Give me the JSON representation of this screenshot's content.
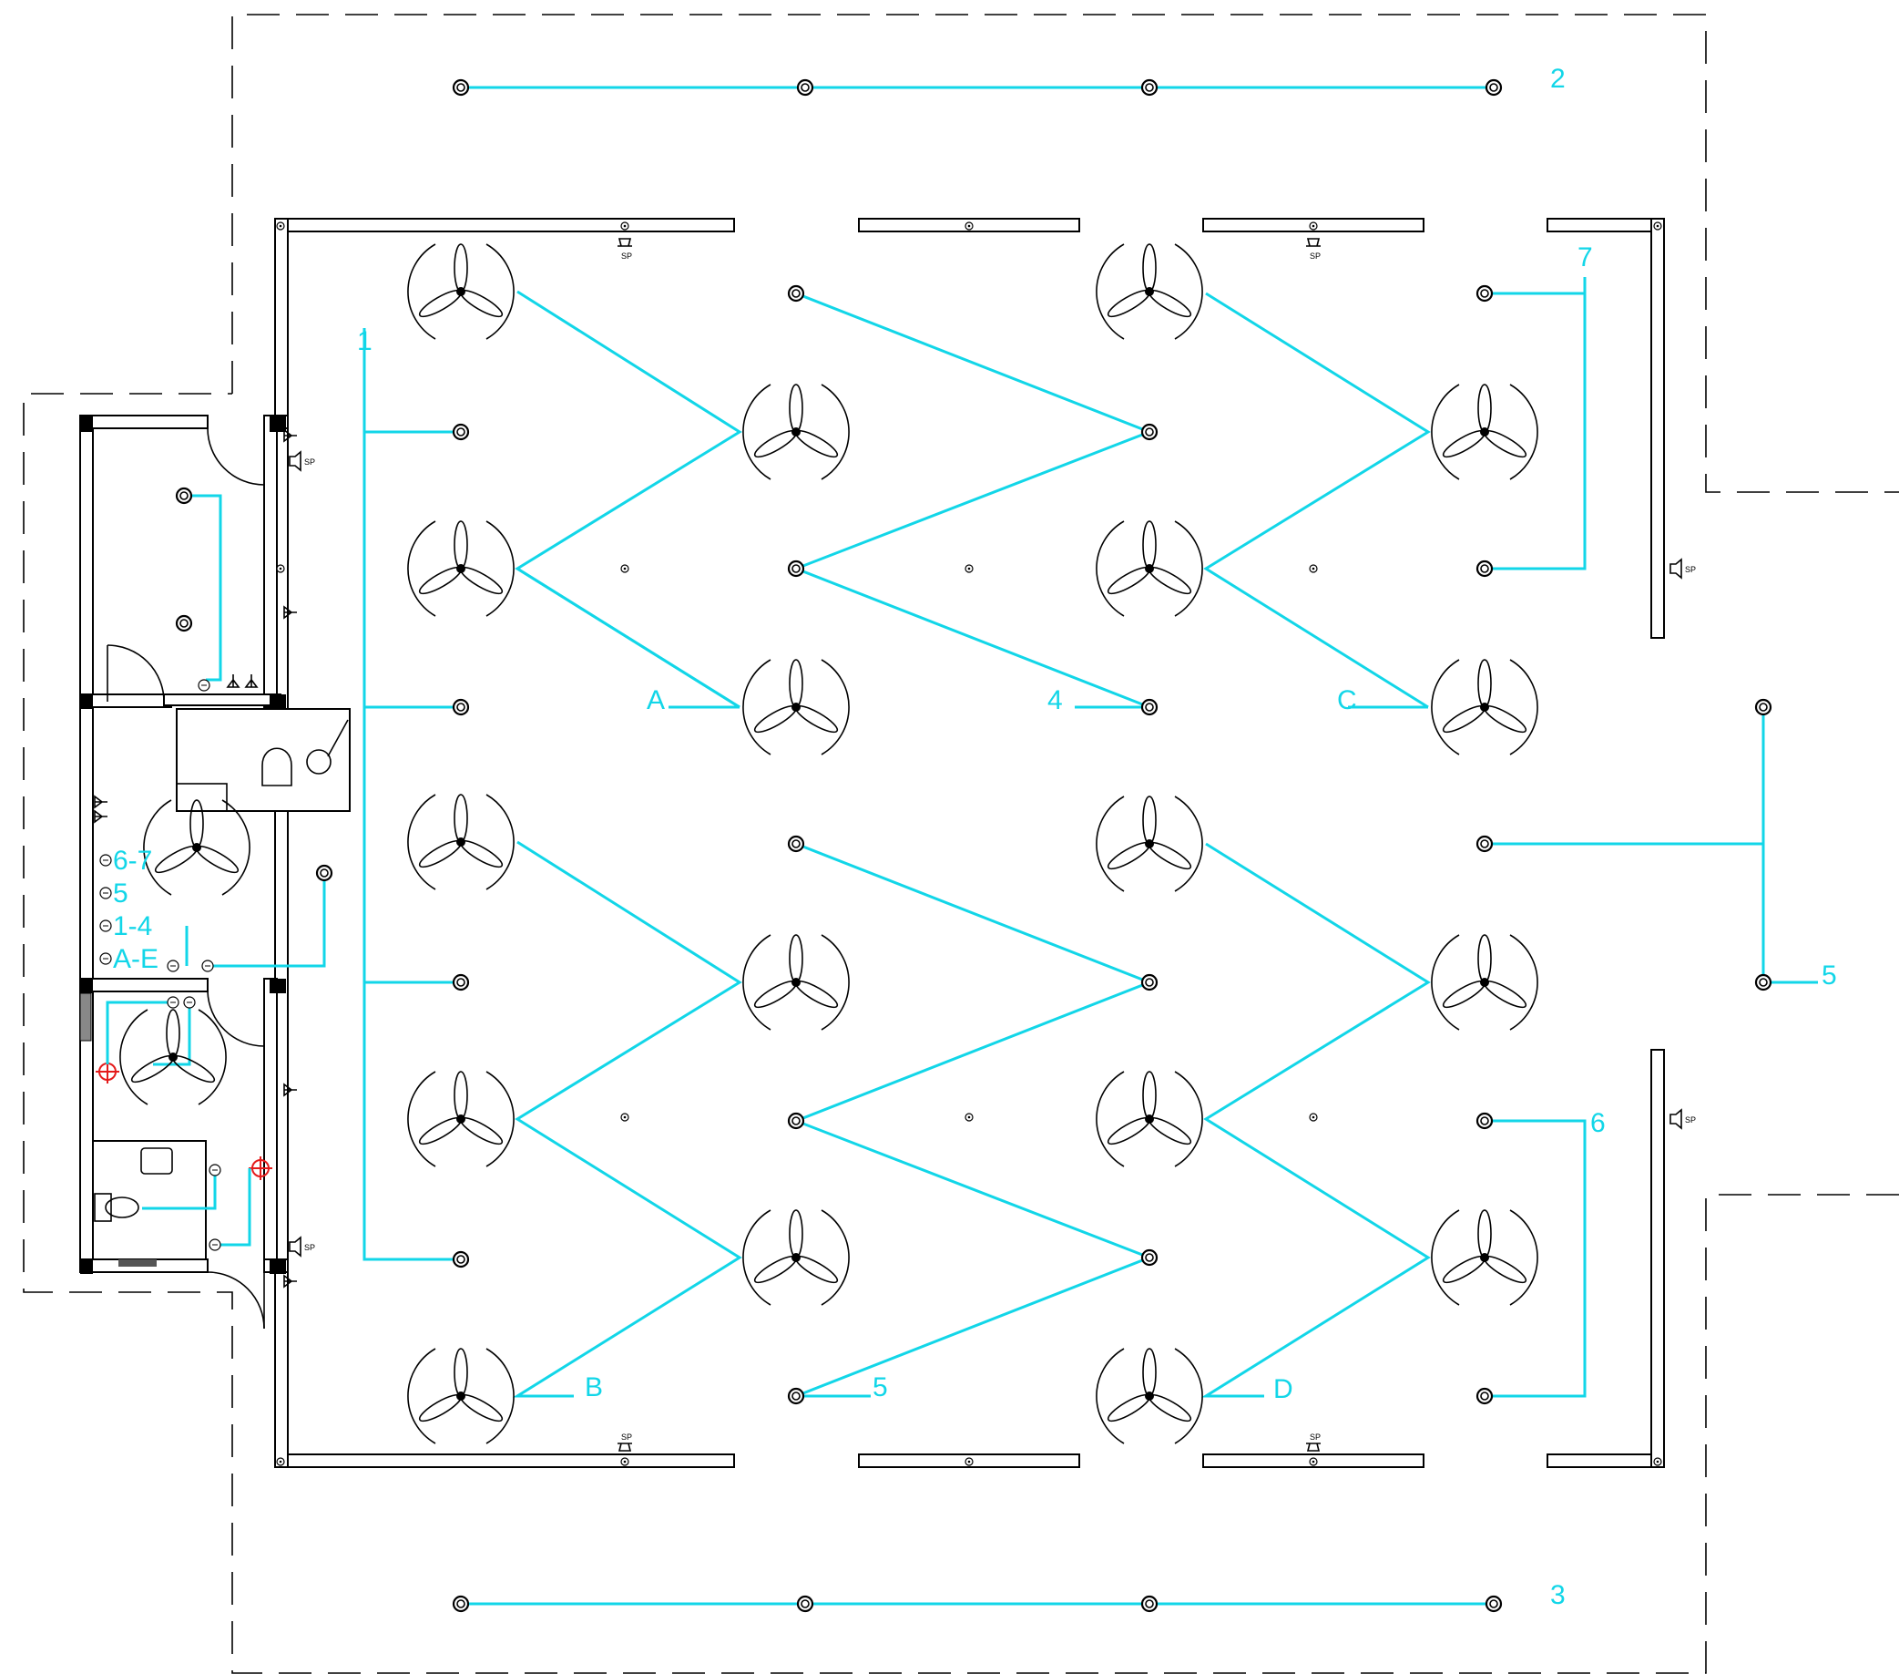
{
  "labels": {
    "circuit_1": "1",
    "circuit_2": "2",
    "circuit_3": "3",
    "circuit_4": "4",
    "circuit_5a": "5",
    "circuit_5b": "5",
    "circuit_6": "6",
    "circuit_7": "7",
    "circuit_A": "A",
    "circuit_B": "B",
    "circuit_C": "C",
    "circuit_D": "D",
    "switch_6_7": "6-7",
    "switch_5": "5",
    "switch_1_4": "1-4",
    "switch_A_E": "A-E",
    "speaker_tag": "SP"
  },
  "colors": {
    "circuit": "#12d6e8",
    "walls": "#000000",
    "emergency": "#e41b1b"
  },
  "icons": [
    "ceiling-fan-icon",
    "ceiling-light-icon",
    "speaker-icon",
    "junction-box-icon",
    "socket-icon",
    "emergency-light-icon",
    "toilet-icon",
    "sink-icon",
    "desk-chair-icon",
    "door-swing-icon"
  ]
}
